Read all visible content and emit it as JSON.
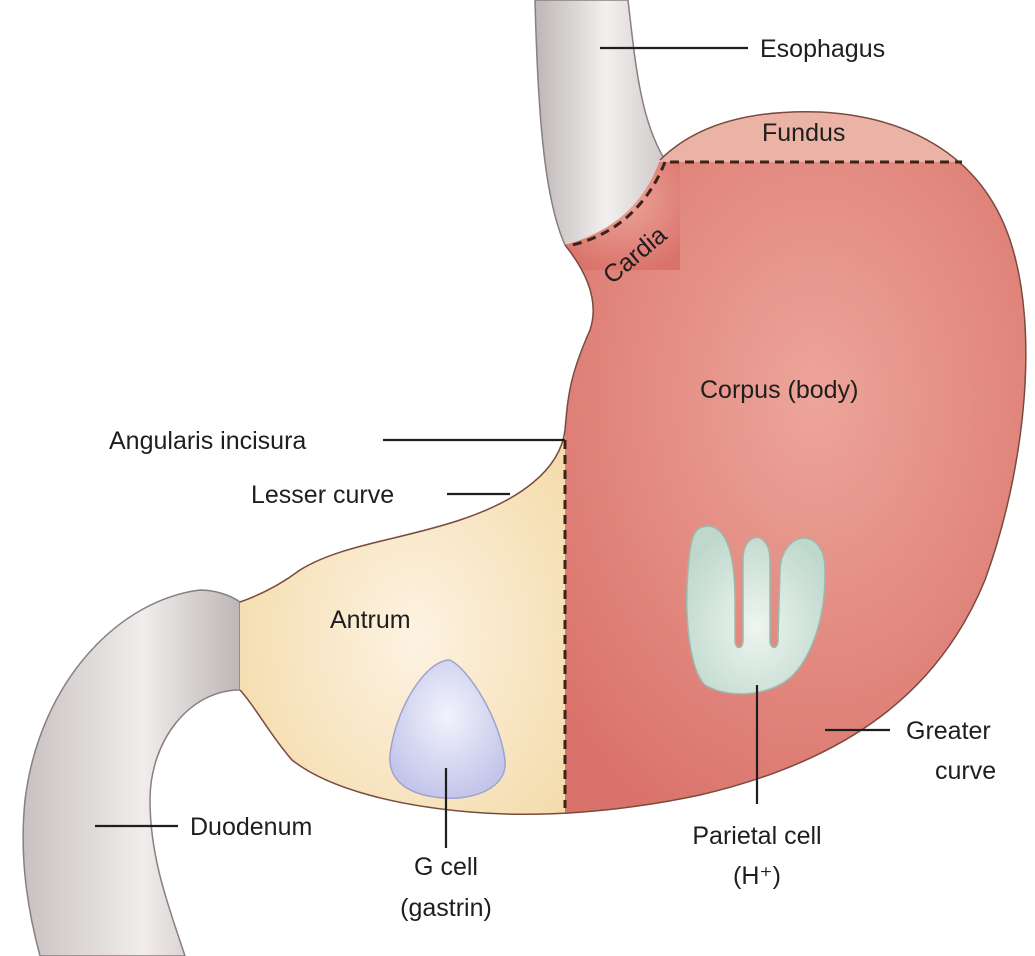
{
  "labels": {
    "esophagus": "Esophagus",
    "fundus": "Fundus",
    "cardia": "Cardia",
    "corpus": "Corpus (body)",
    "angularis": "Angularis incisura",
    "lesser_curve": "Lesser curve",
    "antrum": "Antrum",
    "greater_curve_line1": "Greater",
    "greater_curve_line2": "curve",
    "duodenum": "Duodenum",
    "g_cell_line1": "G cell",
    "g_cell_line2": "(gastrin)",
    "parietal_line1": "Parietal cell",
    "parietal_line2": "(H⁺)"
  },
  "colors": {
    "corpus": "#d9726a",
    "corpus_highlight": "#eda59a",
    "fundus": "#eab3a6",
    "antrum": "#f3d9a6",
    "antrum_highlight": "#fdf3e2",
    "tube": "#cfc9c9",
    "tube_highlight": "#f3f0f0",
    "g_cell": "#cdd0ee",
    "parietal_cell": "#cfe2da",
    "outline": "#3a2418"
  }
}
